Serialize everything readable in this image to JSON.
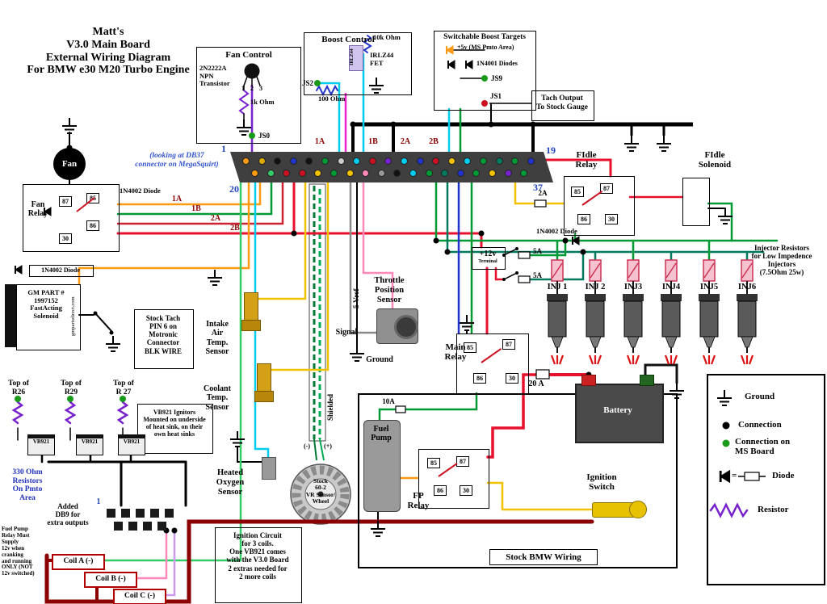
{
  "colors": {
    "red": "#e8112d",
    "dark_red": "#8b0000",
    "green": "#009933",
    "teal": "#007a5e",
    "light_green": "#33cc66",
    "cyan": "#00ccee",
    "blue": "#2233cc",
    "purple": "#7722cc",
    "plum": "#cc99ee",
    "pink": "#ff88bb",
    "orange": "#ff9911",
    "yellow": "#f2c200",
    "black": "#000000",
    "gray": "#888888"
  },
  "title": {
    "lines": [
      "Matt's",
      "V3.0 Main Board",
      "External Wiring Diagram",
      "For BMW e30 M20 Turbo Engine"
    ]
  },
  "fan_control": {
    "title": "Fan Control",
    "part": [
      "2N2222A",
      "NPN",
      "Transistor"
    ],
    "pins": [
      "1",
      "2",
      "3"
    ],
    "resistor": "1k Ohm",
    "jumper": "JS0"
  },
  "boost_control": {
    "title": "Boost Control",
    "r_top": "10k Ohm",
    "fet": [
      "IRLZ44",
      "FET"
    ],
    "fet_chip": "IRLZ44",
    "jumper": "JS2",
    "r_bottom": "100 Ohm"
  },
  "boost_targets": {
    "title": "Switchable Boost Targets",
    "line1": "+5v (MS Pmto Area)",
    "line2": "1N4001 Diodes",
    "jumper": "JS9"
  },
  "tach": {
    "jumper": "JS1",
    "box": [
      "Tach Output",
      "To Stock Gauge"
    ]
  },
  "db37": {
    "note": [
      "(looking at DB37",
      "connector on MegaSquirt)"
    ],
    "pin1": "1",
    "pin19": "19",
    "pin20": "20",
    "pin37": "37",
    "top_labels": [
      "1A",
      "1B",
      "2A",
      "2B"
    ],
    "pin_colors_top": [
      "#ff9911",
      "#ddaa00",
      "#111111",
      "#2233cc",
      "#111111",
      "#009933",
      "#cccccc",
      "#00ccee",
      "#cc1122",
      "#7722cc",
      "#00ccee",
      "#2233cc",
      "#cc1122",
      "#f2c200",
      "#00ccee",
      "#009933",
      "#007a5e",
      "#009933",
      "#2233cc"
    ],
    "pin_colors_bottom": [
      "#ff9911",
      "#33cc66",
      "#cc1122",
      "#cc1122",
      "#f2c200",
      "#009933",
      "#f2c200",
      "#ff88bb",
      "#999999",
      "#111111",
      "#00ccee",
      "#009933",
      "#007a5e",
      "#2233cc",
      "#009933",
      "#f2c200",
      "#7722cc",
      "#009933"
    ]
  },
  "left_labels": [
    "1A",
    "1B",
    "2A",
    "2B"
  ],
  "fan": {
    "label": "Fan"
  },
  "fan_relay": {
    "label": [
      "Fan",
      "Relay"
    ],
    "pins": [
      "87",
      "85",
      "86",
      "30"
    ],
    "diode": "1N4002 Diode"
  },
  "gm_part": {
    "lines": [
      "GM PART #",
      "1997152",
      "FastActing",
      "Solenoid"
    ],
    "site": "gmpartsdirect.com",
    "diode": "1N4002 Diode"
  },
  "stock_tach": {
    "lines": [
      "Stock Tach",
      "PIN 6 on",
      "Motronic",
      "Connector",
      "BLK WIRE"
    ]
  },
  "intake": {
    "lines": [
      "Intake",
      "Air",
      "Temp.",
      "Sensor"
    ]
  },
  "coolant": {
    "lines": [
      "Coolant",
      "Temp.",
      "Sensor"
    ]
  },
  "r_tops": [
    [
      "Top of",
      "R26"
    ],
    [
      "Top of",
      "R29"
    ],
    [
      "Top of",
      "R 27"
    ]
  ],
  "vb921": "VB921",
  "vb921_note": [
    "VB921 Ignitors",
    "Mounted on underside",
    "of heat sink, on their",
    "own heat sinks"
  ],
  "r330_note": [
    "330 Ohm",
    "Resistors",
    "On Pmto",
    "Area"
  ],
  "db9_note": [
    "Added",
    "DB9 for",
    "extra outputs"
  ],
  "db9_pin1": "1",
  "fp_note": [
    "Fuel Pump",
    "Relay Must",
    "Supply",
    "12v when",
    "cranking",
    "and running",
    "ONLY (NOT",
    "12v switched)"
  ],
  "coils": [
    "Coil A (-)",
    "Coil B (-)",
    "Coil C (-)"
  ],
  "ignition_circuit": [
    "Ignition Circuit",
    "for 3 coils.",
    "One VB921 comes",
    "with the V3.0 Board",
    "2 extras needed for",
    "2 more coils"
  ],
  "o2": [
    "Heated",
    "Oxygen",
    "Sensor"
  ],
  "vr": [
    "Stock",
    "60-2",
    "VR Sensor/",
    "Wheel"
  ],
  "vr_polarity": {
    "neg": "(-)",
    "pos": "(+)"
  },
  "vref": "5 Vref",
  "shielded": "Shielded",
  "tps": {
    "label": [
      "Throttle",
      "Position",
      "Sensor"
    ],
    "signal": "Signal",
    "ground": "Ground"
  },
  "fuel_pump": {
    "label": [
      "Fuel",
      "Pump"
    ],
    "fuse": "10A"
  },
  "main_relay": {
    "label": [
      "Main",
      "Relay"
    ],
    "pins": [
      "85",
      "87",
      "86",
      "30"
    ],
    "fuse": "20 A"
  },
  "fp_relay": {
    "label": [
      "FP",
      "Relay"
    ],
    "pins": [
      "85",
      "87",
      "86",
      "30"
    ]
  },
  "battery": {
    "label": "Battery"
  },
  "ignition_switch": [
    "Ignition",
    "Switch"
  ],
  "stock_bmw": "Stock BMW Wiring",
  "terminal_12v": {
    "line1": "+12v",
    "line2": "Terminal"
  },
  "fuses_5a": [
    "5A",
    "5A"
  ],
  "fidle_relay": {
    "label": [
      "FIdle",
      "Relay"
    ],
    "pins": [
      "85",
      "87",
      "86",
      "30"
    ],
    "fuse": "2A",
    "diode": "1N4002 Diode"
  },
  "fidle_solenoid": [
    "FIdle",
    "Solenoid"
  ],
  "inj_resistors_note": [
    "Injector Resistors",
    "for Low Impedence",
    "Injectors",
    "(7.5Ohm 25w)"
  ],
  "injectors": [
    "INJ 1",
    "INJ 2",
    "INJ3",
    "INJ4",
    "INJ5",
    "INJ6"
  ],
  "legend": {
    "ground": "Ground",
    "connection": "Connection",
    "connection_ms": [
      "Connection on",
      "MS Board"
    ],
    "diode": "Diode",
    "resistor": "Resistor"
  }
}
